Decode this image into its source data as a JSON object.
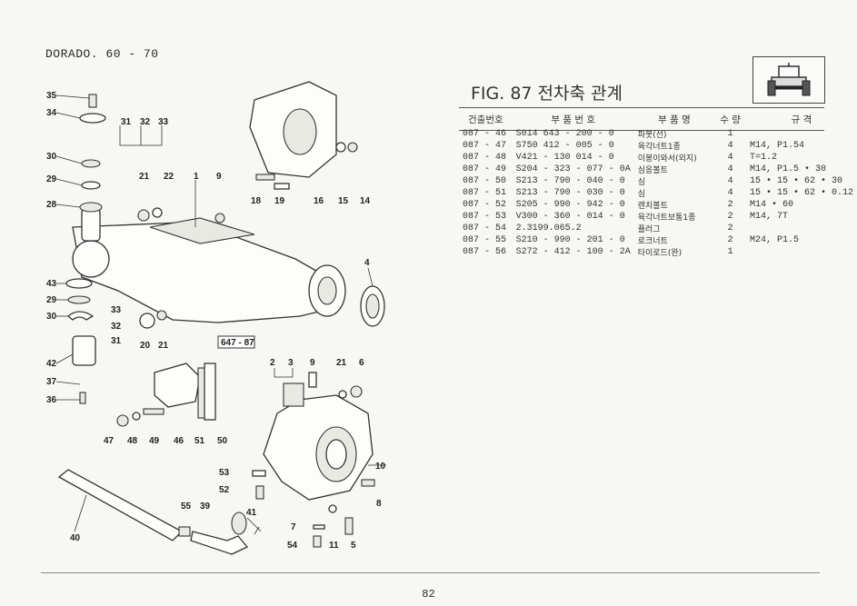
{
  "header": {
    "title": "DORADO. 60 - 70"
  },
  "figure": {
    "title": "FIG. 87 전차축 관계",
    "stamp": "647 - 87"
  },
  "table": {
    "headers": [
      "건출번호",
      "부 품 번 호",
      "부 품 명",
      "수 량",
      "규 격"
    ],
    "rows": [
      [
        "087 - 46",
        "S014 643 - 200 - 0",
        "파봇(선)",
        "1",
        ""
      ],
      [
        "087 - 47",
        "S750 412 - 005 - 0",
        "육각너트1종",
        "4",
        "M14, P1.54"
      ],
      [
        "087 - 48",
        "V421 - 130 014 - 0",
        "이봉이와서(외지)",
        "4",
        "T=1.2"
      ],
      [
        "087 - 49",
        "S204 - 323 - 077 - 0A",
        "심응볼트",
        "4",
        "M14, P1.5 • 30"
      ],
      [
        "087 - 50",
        "S213 - 790 - 040 - 0",
        "심",
        "4",
        "15 • 15 • 62 • 30"
      ],
      [
        "087 - 51",
        "S213 - 790 - 030 - 0",
        "심",
        "4",
        "15 • 15 • 62 • 0.12"
      ],
      [
        "087 - 52",
        "S205 - 990 - 942 - 0",
        "렌치볼트",
        "2",
        "M14 • 60"
      ],
      [
        "087 - 53",
        "V300 - 360 - 014 - 0",
        "육각너트보통1종",
        "2",
        "M14, 7T"
      ],
      [
        "087 - 54",
        "2.3199.065.2",
        "플러그",
        "2",
        ""
      ],
      [
        "087 - 55",
        "S210 - 990 - 201 - 0",
        "로크너트",
        "2",
        "M24, P1.5"
      ],
      [
        "087 - 56",
        "S272 - 412 - 100 - 2A",
        "타이로드(완)",
        "1",
        ""
      ]
    ]
  },
  "callouts": [
    "35",
    "34",
    "31",
    "32",
    "33",
    "30",
    "29",
    "28",
    "21",
    "22",
    "1",
    "9",
    "18",
    "19",
    "16",
    "15",
    "14",
    "4",
    "43",
    "29",
    "30",
    "33",
    "32",
    "31",
    "20",
    "21",
    "42",
    "37",
    "36",
    "2",
    "3",
    "9",
    "21",
    "6",
    "47",
    "48",
    "49",
    "46",
    "51",
    "50",
    "10",
    "53",
    "52",
    "8",
    "40",
    "55",
    "39",
    "41",
    "7",
    "54",
    "11",
    "5"
  ],
  "footer": {
    "page": "82"
  }
}
